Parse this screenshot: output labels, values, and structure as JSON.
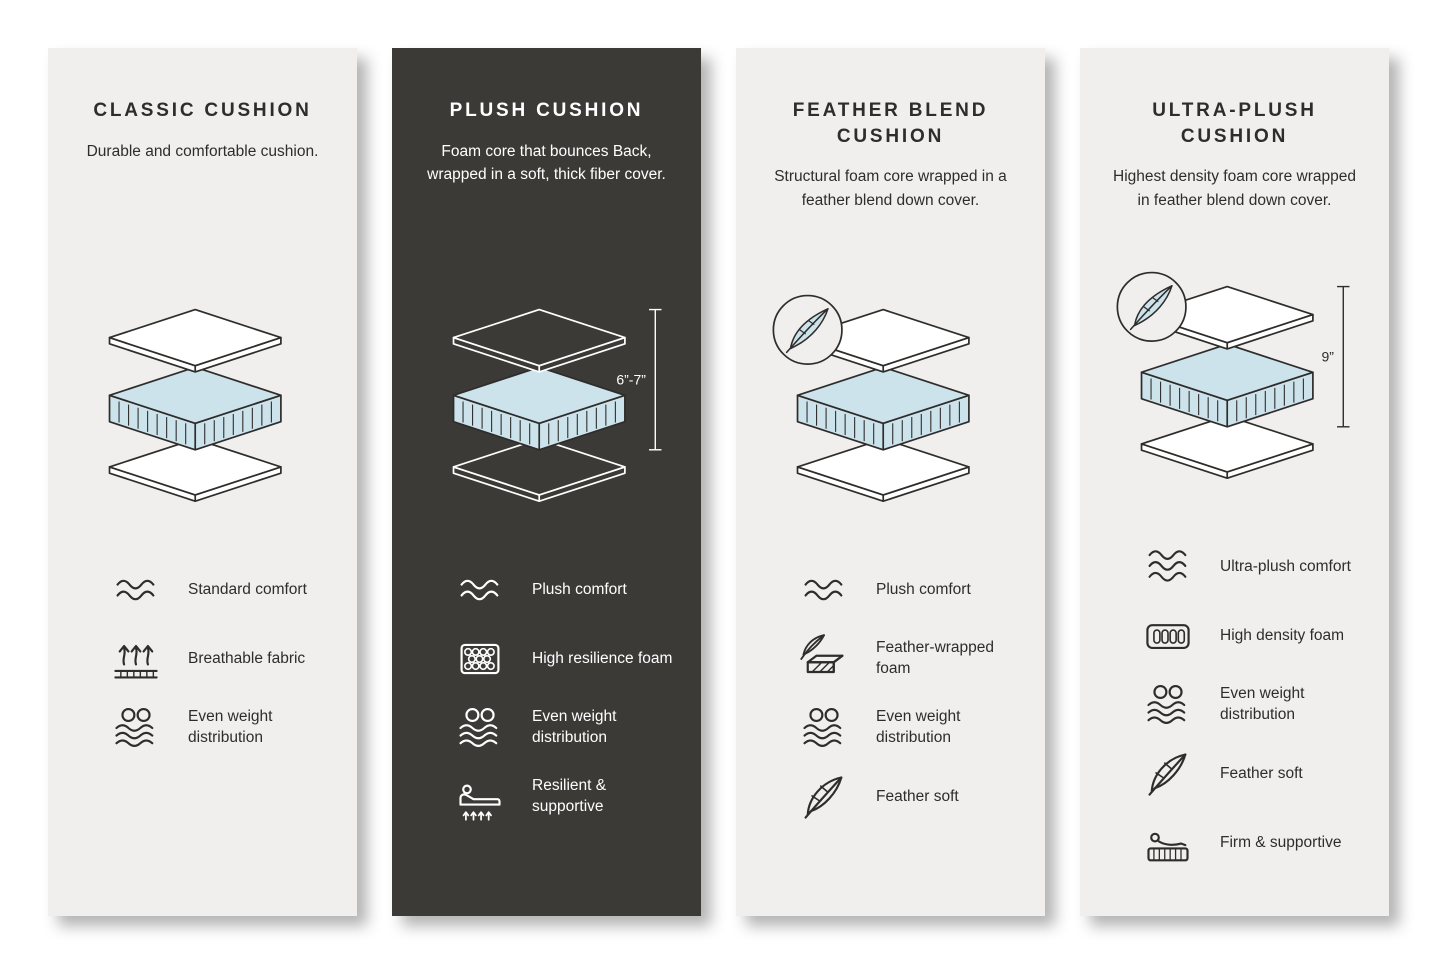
{
  "colors": {
    "page_bg": "#ffffff",
    "card_bg_light": "#f0efed",
    "card_bg_dark": "#3b3a37",
    "ink": "#2e2d2b",
    "foam_blue": "#cde3ec"
  },
  "cards": [
    {
      "title": "CLASSIC CUSHION",
      "theme": "light",
      "description": "Durable and comfortable cushion.",
      "diagram": {
        "badge": false,
        "height_label": ""
      },
      "features": [
        {
          "icon": "waves-2-icon",
          "label": "Standard comfort"
        },
        {
          "icon": "breathable-icon",
          "label": "Breathable fabric"
        },
        {
          "icon": "weight-distribution-icon",
          "label": "Even weight distribution"
        }
      ]
    },
    {
      "title": "PLUSH CUSHION",
      "theme": "dark",
      "description": "Foam core that bounces Back, wrapped in a soft, thick fiber cover.",
      "diagram": {
        "badge": false,
        "height_label": "6”-7”"
      },
      "features": [
        {
          "icon": "waves-2-icon",
          "label": "Plush comfort"
        },
        {
          "icon": "honeycomb-icon",
          "label": "High resilience foam"
        },
        {
          "icon": "weight-distribution-icon",
          "label": "Even weight distribution"
        },
        {
          "icon": "support-icon",
          "label": "Resilient & supportive"
        }
      ]
    },
    {
      "title": "FEATHER BLEND CUSHION",
      "theme": "light",
      "description": "Structural foam core wrapped in a feather blend down cover.",
      "diagram": {
        "badge": true,
        "height_label": ""
      },
      "features": [
        {
          "icon": "waves-2-icon",
          "label": "Plush comfort"
        },
        {
          "icon": "feather-foam-icon",
          "label": "Feather-wrapped foam"
        },
        {
          "icon": "weight-distribution-icon",
          "label": "Even weight distribution"
        },
        {
          "icon": "feather-icon",
          "label": "Feather soft"
        }
      ]
    },
    {
      "title": "ULTRA-PLUSH CUSHION",
      "theme": "light",
      "description": "Highest density foam core wrapped in feather blend down cover.",
      "diagram": {
        "badge": true,
        "height_label": "9”"
      },
      "features": [
        {
          "icon": "waves-3-icon",
          "label": "Ultra-plush comfort"
        },
        {
          "icon": "density-foam-icon",
          "label": "High density foam"
        },
        {
          "icon": "weight-distribution-icon",
          "label": "Even weight distribution"
        },
        {
          "icon": "feather-icon",
          "label": "Feather soft"
        },
        {
          "icon": "firm-support-icon",
          "label": "Firm & supportive"
        }
      ]
    }
  ]
}
